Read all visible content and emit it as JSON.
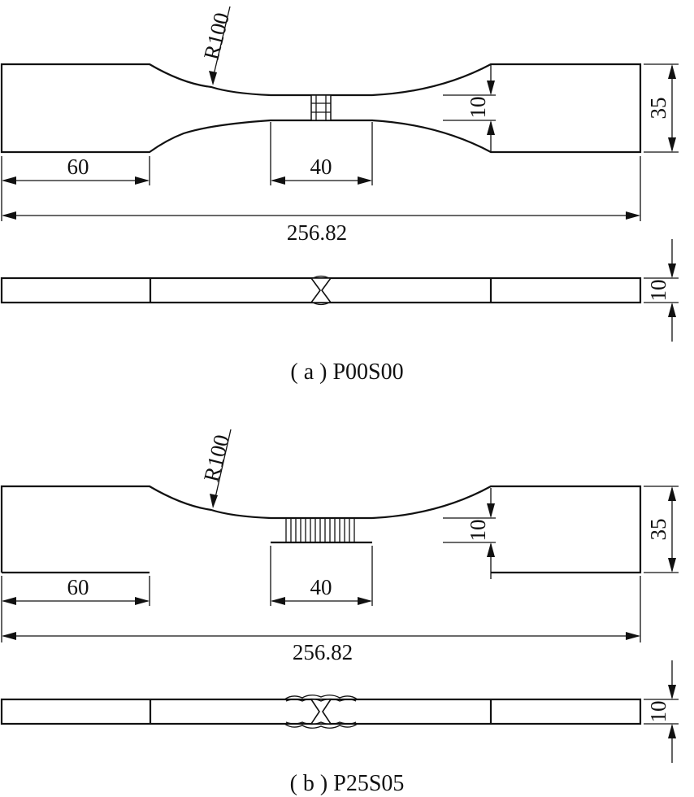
{
  "figures": [
    {
      "id": "a",
      "radius_label": "R100",
      "grip_length_label": "60",
      "gauge_length_label": "40",
      "total_length_label": "256.82",
      "grip_width_label": "35",
      "gauge_width_label": "10",
      "thickness_label": "10",
      "caption": "( a ) P00S00"
    },
    {
      "id": "b",
      "radius_label": "R100",
      "grip_length_label": "60",
      "gauge_length_label": "40",
      "total_length_label": "256.82",
      "grip_width_label": "35",
      "gauge_width_label": "10",
      "thickness_label": "10",
      "caption": "( b ) P25S05"
    }
  ]
}
